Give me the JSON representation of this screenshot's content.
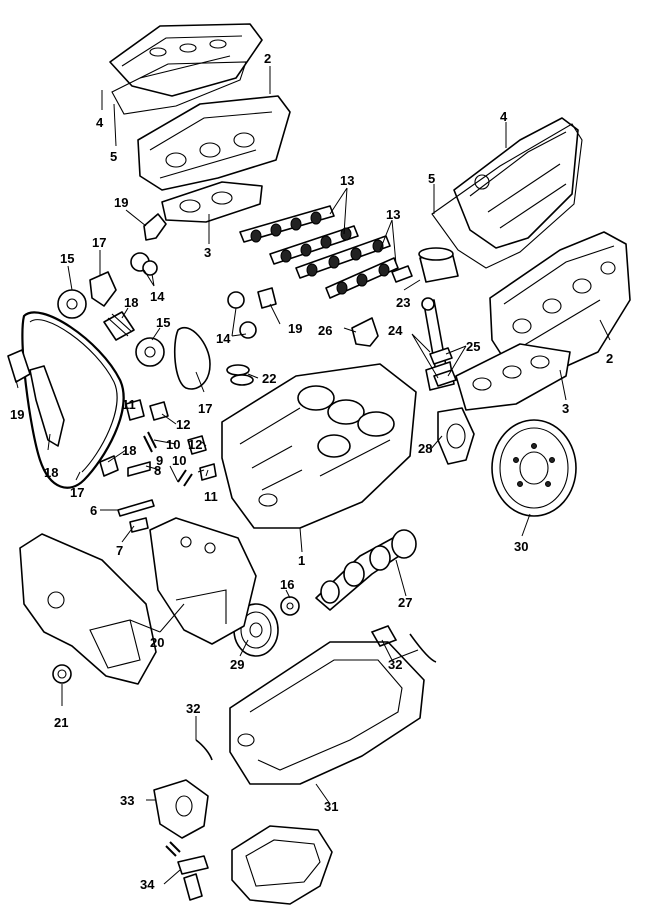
{
  "diagram": {
    "callouts": [
      {
        "id": "c2a",
        "text": "2"
      },
      {
        "id": "c4a",
        "text": "4"
      },
      {
        "id": "c5a",
        "text": "5"
      },
      {
        "id": "c19a",
        "text": "19"
      },
      {
        "id": "c3a",
        "text": "3"
      },
      {
        "id": "c13a",
        "text": "13"
      },
      {
        "id": "c13b",
        "text": "13"
      },
      {
        "id": "c4b",
        "text": "4"
      },
      {
        "id": "c5b",
        "text": "5"
      },
      {
        "id": "c15a",
        "text": "15"
      },
      {
        "id": "c17a",
        "text": "17"
      },
      {
        "id": "c14a",
        "text": "14"
      },
      {
        "id": "c18a",
        "text": "18"
      },
      {
        "id": "c15b",
        "text": "15"
      },
      {
        "id": "c14b",
        "text": "14"
      },
      {
        "id": "c19b",
        "text": "19"
      },
      {
        "id": "c23",
        "text": "23"
      },
      {
        "id": "c26",
        "text": "26"
      },
      {
        "id": "c24",
        "text": "24"
      },
      {
        "id": "c25",
        "text": "25"
      },
      {
        "id": "c2b",
        "text": "2"
      },
      {
        "id": "c3b",
        "text": "3"
      },
      {
        "id": "c22",
        "text": "22"
      },
      {
        "id": "c17b",
        "text": "17"
      },
      {
        "id": "c19c",
        "text": "19"
      },
      {
        "id": "c11a",
        "text": "11"
      },
      {
        "id": "c12a",
        "text": "12"
      },
      {
        "id": "c10a",
        "text": "10"
      },
      {
        "id": "c18b",
        "text": "18"
      },
      {
        "id": "c12b",
        "text": "12"
      },
      {
        "id": "c9",
        "text": "9"
      },
      {
        "id": "c10b",
        "text": "10"
      },
      {
        "id": "c8",
        "text": "8"
      },
      {
        "id": "c11b",
        "text": "11"
      },
      {
        "id": "c18c",
        "text": "18"
      },
      {
        "id": "c17c",
        "text": "17"
      },
      {
        "id": "c6",
        "text": "6"
      },
      {
        "id": "c7",
        "text": "7"
      },
      {
        "id": "c28",
        "text": "28"
      },
      {
        "id": "c30",
        "text": "30"
      },
      {
        "id": "c1",
        "text": "1"
      },
      {
        "id": "c16",
        "text": "16"
      },
      {
        "id": "c27",
        "text": "27"
      },
      {
        "id": "c20",
        "text": "20"
      },
      {
        "id": "c29",
        "text": "29"
      },
      {
        "id": "c32a",
        "text": "32"
      },
      {
        "id": "c21",
        "text": "21"
      },
      {
        "id": "c32b",
        "text": "32"
      },
      {
        "id": "c31",
        "text": "31"
      },
      {
        "id": "c33",
        "text": "33"
      },
      {
        "id": "c34",
        "text": "34"
      }
    ]
  }
}
